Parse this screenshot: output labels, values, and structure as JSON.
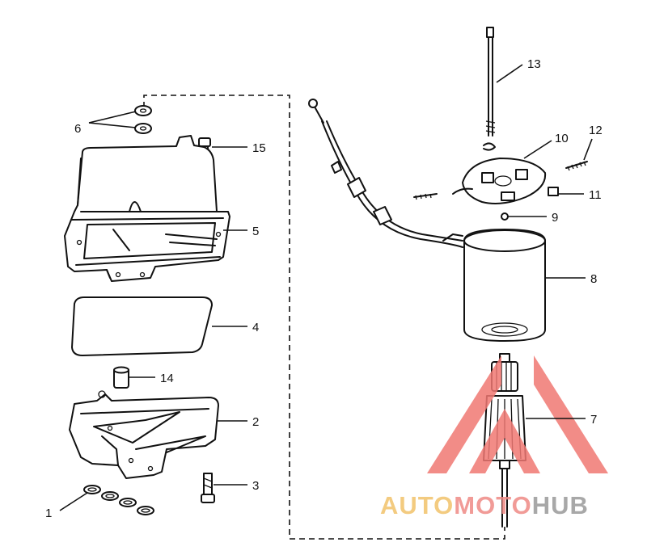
{
  "diagram": {
    "callouts": [
      {
        "id": "1",
        "label": "1"
      },
      {
        "id": "2",
        "label": "2"
      },
      {
        "id": "3",
        "label": "3"
      },
      {
        "id": "4",
        "label": "4"
      },
      {
        "id": "5",
        "label": "5"
      },
      {
        "id": "6",
        "label": "6"
      },
      {
        "id": "7",
        "label": "7"
      },
      {
        "id": "8",
        "label": "8"
      },
      {
        "id": "9",
        "label": "9"
      },
      {
        "id": "10",
        "label": "10"
      },
      {
        "id": "11",
        "label": "11"
      },
      {
        "id": "12",
        "label": "12"
      },
      {
        "id": "13",
        "label": "13"
      },
      {
        "id": "14",
        "label": "14"
      },
      {
        "id": "15",
        "label": "15"
      }
    ]
  },
  "watermark": {
    "part1": "AUTO",
    "part2": "MOTO",
    "part3": "HUB",
    "colors": {
      "auto": "#f2c26b",
      "moto": "#ef8a86",
      "hub": "#9a9a9a",
      "triangle": "#f07873"
    }
  }
}
